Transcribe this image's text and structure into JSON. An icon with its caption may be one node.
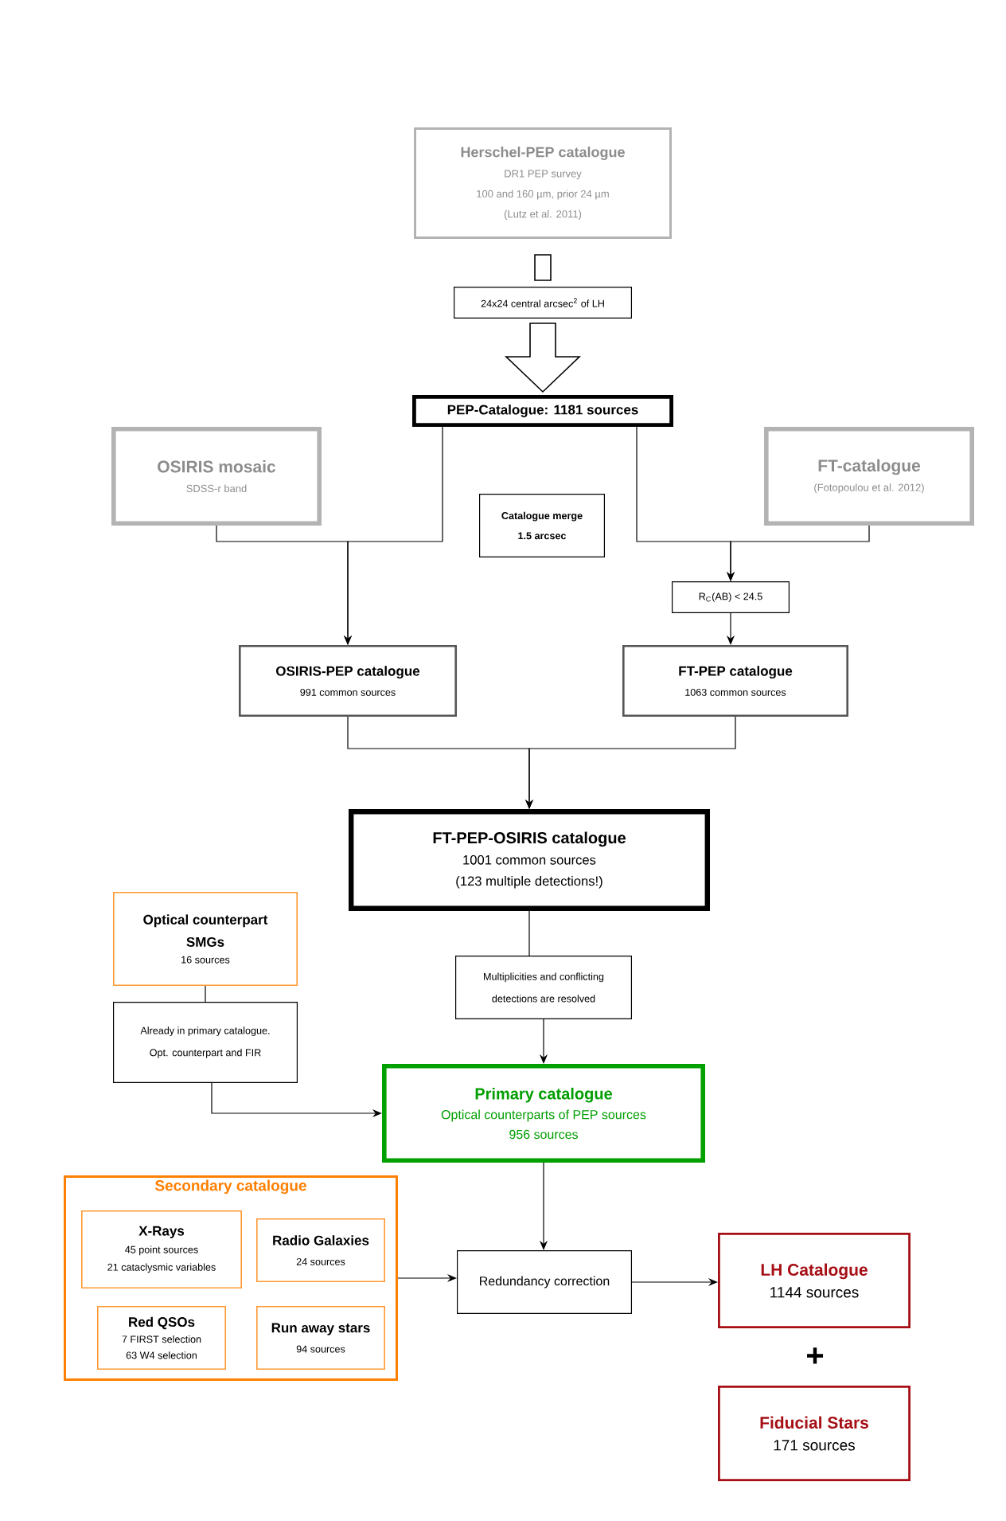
{
  "diagram": {
    "nodes": [
      {
        "text": [
          "Herschel-PEP catalogue",
          "DR1 PEP survey",
          "100 and 160 µm, prior 24 µm",
          "(Lutz et al. 2011)"
        ]
      },
      {
        "text": [
          "24x24 central arcsec$^{2}$ of LH"
        ]
      },
      {
        "text": [
          "PEP-Catalogue: 1181 sources"
        ]
      },
      {
        "text": [
          "OSIRIS mosaic",
          "SDSS-r band"
        ]
      },
      {
        "text": [
          "FT-catalogue",
          "(Fotopoulou et al. 2012)"
        ]
      },
      {
        "text": [
          "Catalogue merge",
          "1.5 arcsec"
        ]
      },
      {
        "text": [
          "R$_{C}$(AB) < 24.5"
        ]
      },
      {
        "text": [
          "OSIRIS-PEP catalogue",
          "991 common sources"
        ]
      },
      {
        "text": [
          "FT-PEP catalogue",
          "1063 common sources"
        ]
      },
      {
        "text": [
          "FT-PEP-OSIRIS catalogue",
          "1001 common sources",
          "(123 multiple detections!)"
        ]
      },
      {
        "text": [
          "Optical counterpart SMGs",
          "16 sources"
        ]
      },
      {
        "text": [
          "Already in primary catalogue. Opt. counterpart and FIR"
        ]
      },
      {
        "text": [
          "Multiplicities and conflicting detections are resolved"
        ]
      },
      {
        "text": [
          "Primary catalogue",
          "Optical counterparts of PEP sources",
          "956 sources"
        ]
      },
      {
        "text": [
          "Secondary catalogue"
        ]
      },
      {
        "text": [
          "X-Rays",
          "45 point sources",
          "21 cataclysmic variables"
        ],
        "in": 14
      },
      {
        "text": [
          "Radio Galaxies",
          "24 sources"
        ],
        "in": 14
      },
      {
        "text": [
          "Red QSOs",
          "7 FIRST selection",
          "63 W4 selection"
        ],
        "in": 14
      },
      {
        "text": [
          "Run away stars",
          "94 sources"
        ],
        "in": 14
      },
      {
        "text": [
          "Redundancy correction"
        ]
      },
      {
        "text": [
          "LH Catalogue",
          "1144 sources"
        ]
      },
      {
        "text": [
          "Fiducial Stars",
          "171 sources"
        ]
      }
    ],
    "edges": [
      {
        "from": 0,
        "to": 1,
        "arrow": "none",
        "style": "thick"
      },
      {
        "from": 1,
        "to": 2,
        "arrow": "to",
        "style": "thick"
      },
      {
        "from": 2,
        "to": 7,
        "arrow": "to"
      },
      {
        "from": 3,
        "to": 7,
        "arrow": "to"
      },
      {
        "from": 2,
        "to": 6,
        "arrow": "to"
      },
      {
        "from": 4,
        "to": 6,
        "arrow": "to"
      },
      {
        "from": 6,
        "to": 8,
        "arrow": "to"
      },
      {
        "from": 7,
        "to": 9,
        "arrow": "to"
      },
      {
        "from": 8,
        "to": 9,
        "arrow": "to"
      },
      {
        "from": 9,
        "to": 12,
        "arrow": "none"
      },
      {
        "from": 12,
        "to": 13,
        "arrow": "to"
      },
      {
        "from": 10,
        "to": 11,
        "arrow": "none"
      },
      {
        "from": 11,
        "to": 13,
        "arrow": "to"
      },
      {
        "from": 13,
        "to": 19,
        "arrow": "to"
      },
      {
        "from": 14,
        "to": 19,
        "arrow": "to"
      },
      {
        "from": 19,
        "to": 20,
        "arrow": "to"
      }
    ],
    "labels": [
      "+"
    ]
  }
}
